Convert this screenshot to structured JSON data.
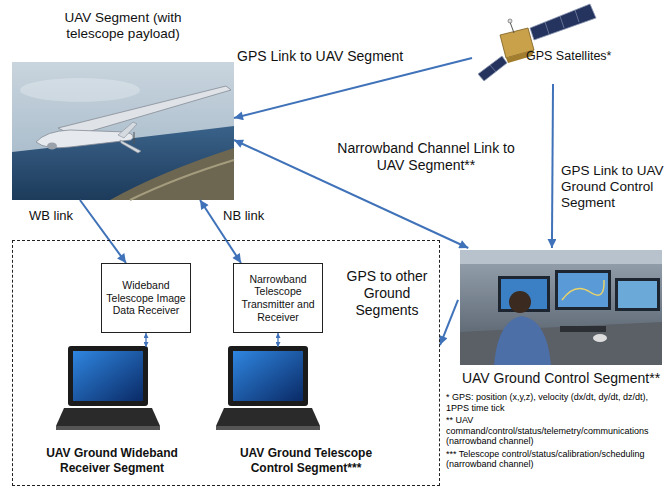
{
  "diagram": {
    "nodes": [
      {
        "text": [
          "UAV Segment (with telescope payload)"
        ]
      },
      {
        "text": [
          "GPS Satellites*"
        ]
      },
      {
        "text": [
          "UAV Ground Control Segment**"
        ]
      },
      {
        "text": []
      },
      {
        "text": [
          "Wideband Telescope Image Data Receiver"
        ],
        "in": 3
      },
      {
        "text": [
          "Narrowband Telescope Transmitter and Receiver"
        ],
        "in": 3
      },
      {
        "text": [
          "UAV Ground Wideband Receiver Segment"
        ],
        "in": 3
      },
      {
        "text": [
          "UAV Ground Telescope Control Segment***"
        ],
        "in": 3
      }
    ],
    "edges": [
      {
        "from": 1,
        "to": 0,
        "label": "GPS Link to UAV Segment",
        "arrow": "to"
      },
      {
        "from": 1,
        "to": 2,
        "label": "GPS Link to UAV Ground Control Segment",
        "arrow": "to"
      },
      {
        "from": 0,
        "to": 2,
        "label": "Narrowband Channel Link to UAV Segment**",
        "arrow": "both"
      },
      {
        "from": 2,
        "to": 3,
        "label": "GPS to other Ground Segments",
        "arrow": "to"
      },
      {
        "from": 0,
        "to": 4,
        "label": "WB link",
        "arrow": "to"
      },
      {
        "from": 0,
        "to": 5,
        "label": "NB link",
        "arrow": "both"
      },
      {
        "from": 4,
        "to": 6,
        "arrow": "both"
      },
      {
        "from": 5,
        "to": 7,
        "arrow": "both"
      }
    ],
    "labels": [
      "* GPS: position (x,y,z), velocity (dx/dt, dy/dt, dz/dt), 1PPS time tick",
      "** UAV command/control/status/telemetry/communications (narrowband channel)",
      "*** Telescope control/status/calibration/scheduling (narrowband channel)"
    ]
  }
}
